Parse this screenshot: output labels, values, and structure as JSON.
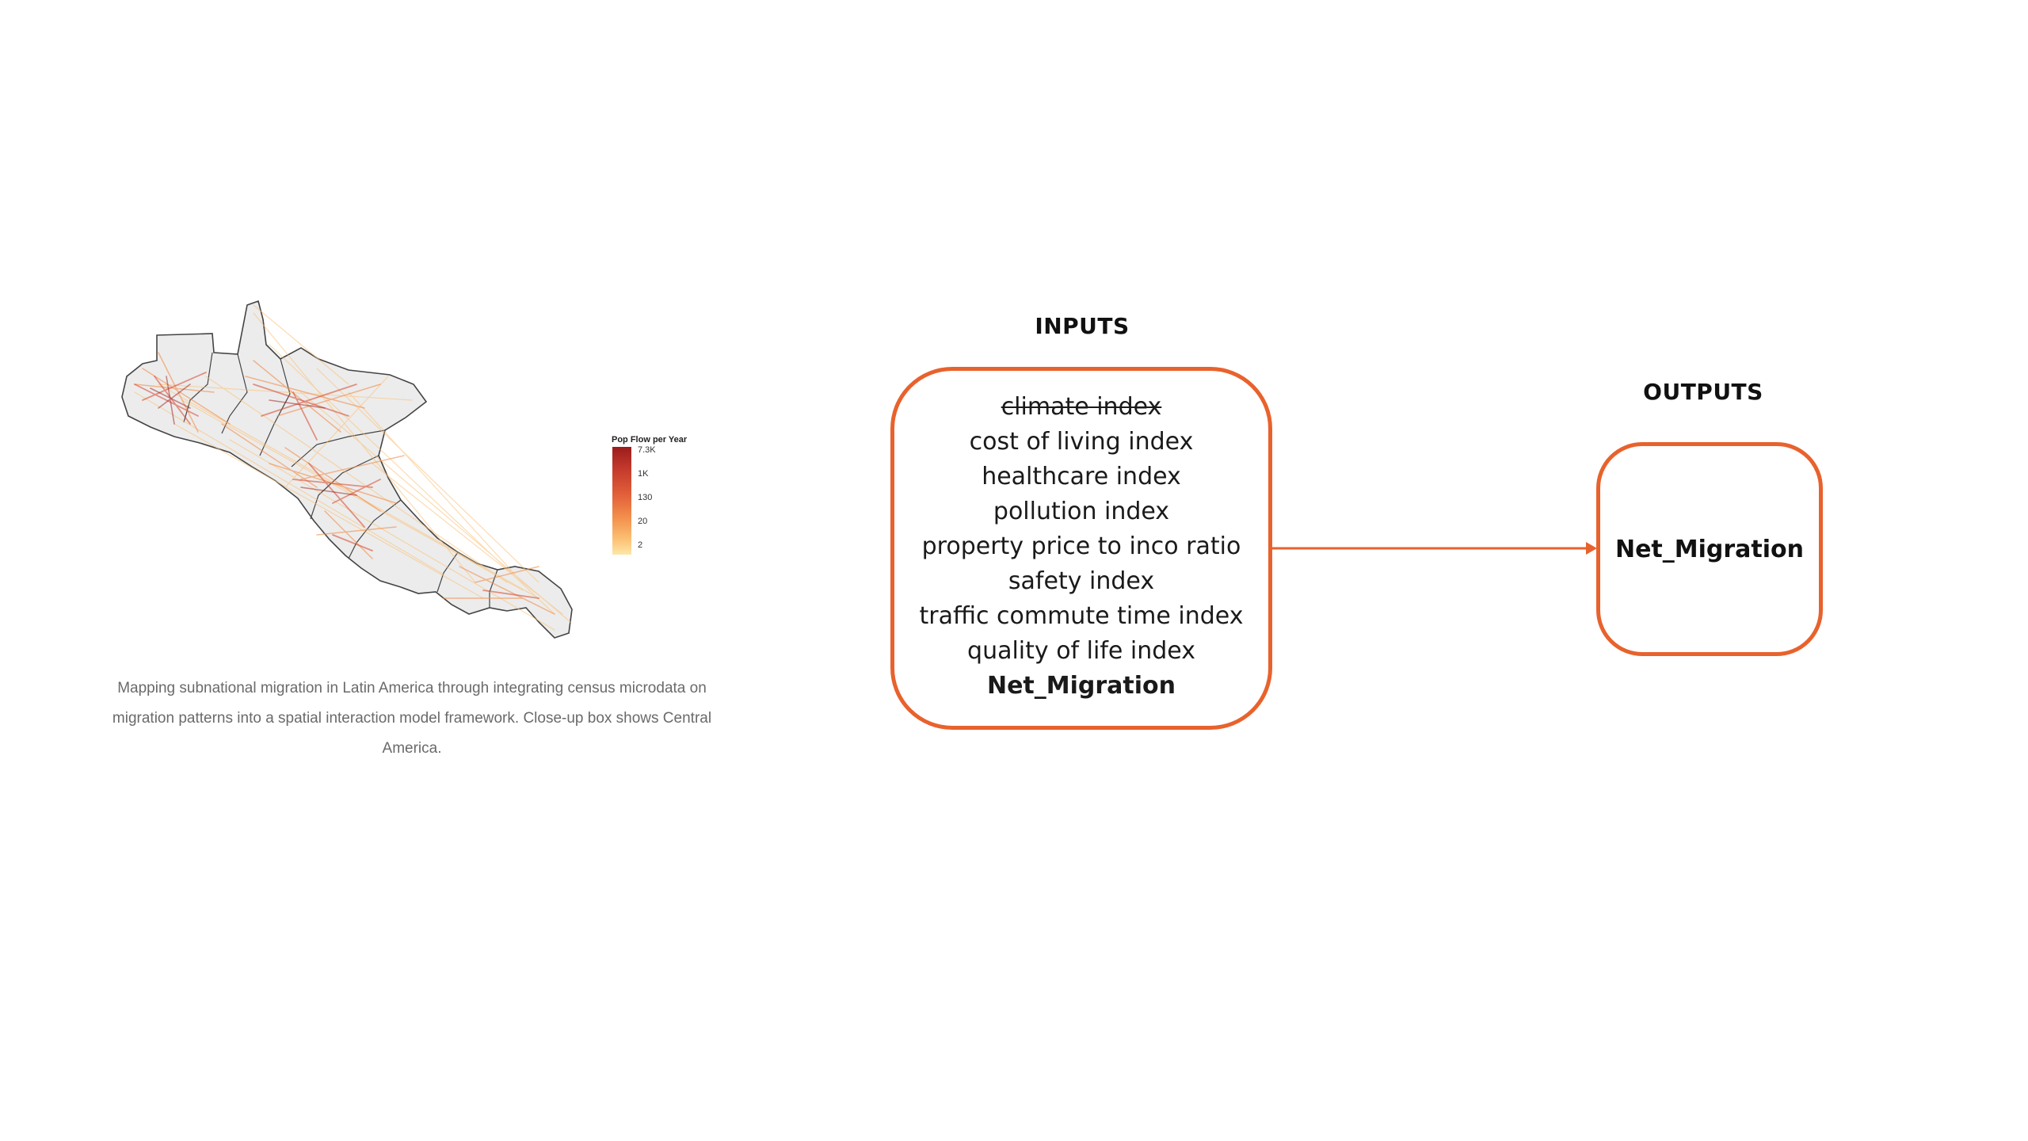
{
  "map": {
    "legend": {
      "title": "Pop Flow per Year",
      "ticks": [
        "7.3K",
        "1K",
        "130",
        "20",
        "2"
      ]
    },
    "caption": "Mapping subnational migration in Latin America through integrating census microdata on migration patterns into a spatial interaction model framework. Close-up box shows Central America.",
    "colors": {
      "flow_dark": "#9b1c1c",
      "flow_mid": "#e2613a",
      "flow_light": "#fde7a8",
      "land": "#ececec"
    }
  },
  "inputs": {
    "label": "INPUTS",
    "items": [
      {
        "text": "climate index",
        "struck": true
      },
      {
        "text": "cost of living index"
      },
      {
        "text": "healthcare index"
      },
      {
        "text": "pollution index"
      },
      {
        "text": "property price to inco ratio"
      },
      {
        "text": "safety index"
      },
      {
        "text": "traffic commute time index"
      },
      {
        "text": "quality of life index"
      },
      {
        "text": "Net_Migration",
        "bold": true
      }
    ]
  },
  "outputs": {
    "label": "OUTPUTS",
    "value": "Net_Migration"
  },
  "colors": {
    "accent": "#e8622d",
    "text": "#111111"
  }
}
